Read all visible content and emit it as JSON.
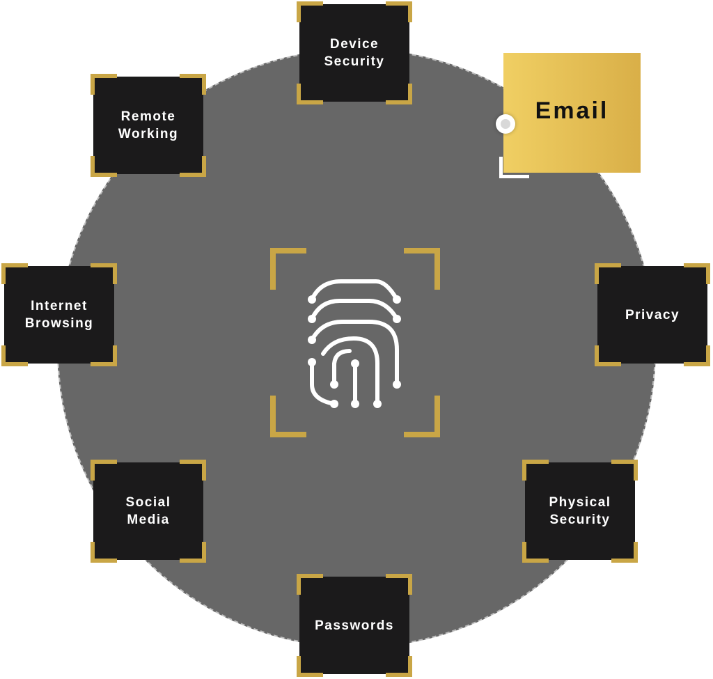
{
  "topics": {
    "device_security": "Device\nSecurity",
    "remote_working": "Remote\nWorking",
    "email": "Email",
    "internet_browsing": "Internet\nBrowsing",
    "privacy": "Privacy",
    "social_media": "Social\nMedia",
    "physical_security": "Physical\nSecurity",
    "passwords": "Passwords"
  },
  "selected": "email",
  "colors": {
    "accent_gold": "#c9a646",
    "tile_bg": "#1b1a1b",
    "circle_bg": "#676767",
    "email_gradient_start": "#f0cf63",
    "email_gradient_end": "#d9af48"
  },
  "icons": {
    "center": "fingerprint-icon"
  }
}
